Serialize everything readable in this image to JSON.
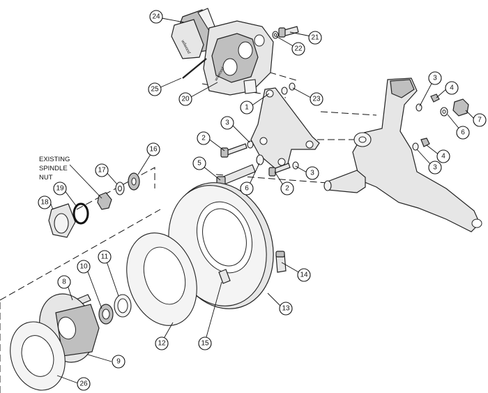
{
  "note": {
    "line1": "EXISTING",
    "line2": "SPINDLE",
    "line3": "NUT"
  },
  "brand_mark": "wilwood",
  "callouts": {
    "c1": "1",
    "c2a": "2",
    "c2b": "2",
    "c3a": "3",
    "c3b": "3",
    "c3c": "3",
    "c3d": "3",
    "c4a": "4",
    "c4b": "4",
    "c5": "5",
    "c6a": "6",
    "c6b": "6",
    "c7": "7",
    "c8": "8",
    "c9": "9",
    "c10": "10",
    "c11": "11",
    "c12": "12",
    "c13": "13",
    "c14": "14",
    "c15": "15",
    "c16": "16",
    "c17": "17",
    "c18": "18",
    "c19": "19",
    "c20": "20",
    "c21": "21",
    "c22": "22",
    "c23": "23",
    "c24": "24",
    "c25": "25",
    "c26": "26"
  }
}
